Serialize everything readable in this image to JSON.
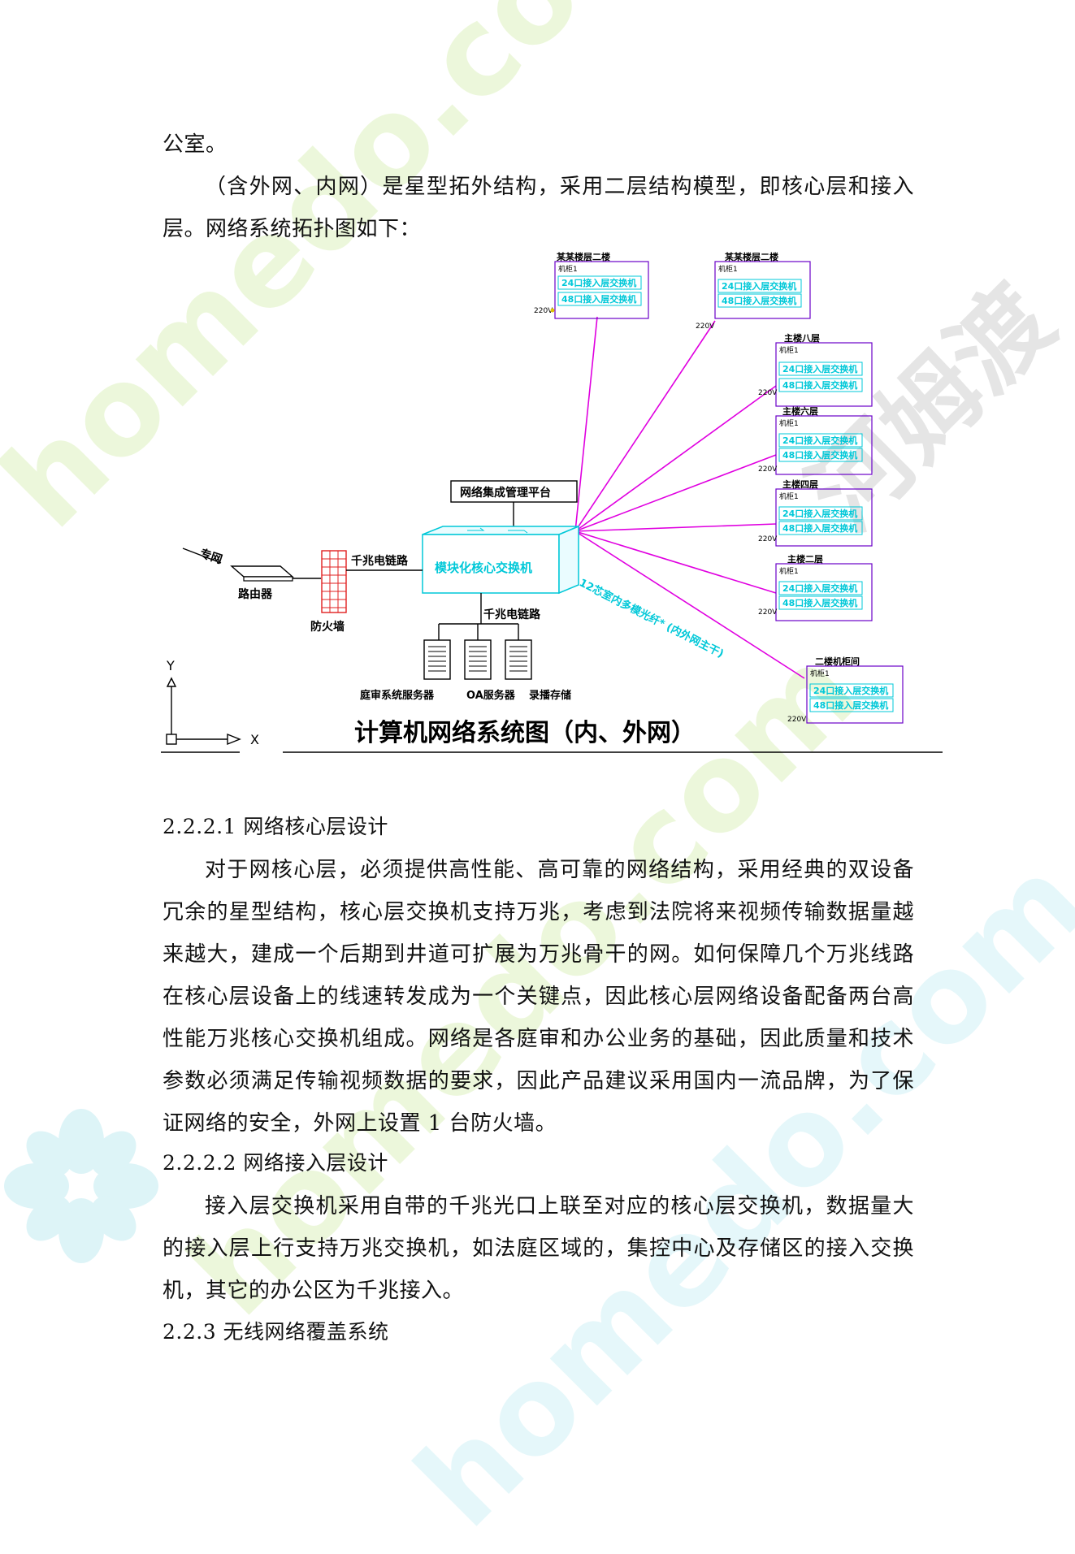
{
  "intro": {
    "line1": "公室。",
    "para2": "（含外网、内网）是星型拓外结构，采用二层结构模型，即核心层和接入层。网络系统拓扑图如下："
  },
  "diagram": {
    "title": "计算机网络系统图（内、外网）",
    "mgmt_platform": "网络集成管理平台",
    "core_switch": "模块化核心交换机",
    "router": "路由器",
    "firewall": "防火墙",
    "private_net": "专网",
    "gigabit_link_top": "千兆电链路",
    "gigabit_link_bottom": "千兆电链路",
    "fiber_label": "12芯室内多模光纤* (内外网主干)",
    "servers": {
      "trial": "庭审系统服务器",
      "oa": "OA服务器",
      "record": "录播存储"
    },
    "axis": {
      "y": "Y",
      "x": "X"
    },
    "cabinet_tag": "机柜1",
    "switch_24": "24口接入层交换机",
    "switch_48": "48口接入层交换机",
    "voltage": "220V",
    "cabinets": [
      {
        "name": "某某楼层二楼"
      },
      {
        "name": "某某楼层二楼"
      },
      {
        "name": "主楼八层"
      },
      {
        "name": "主楼六层"
      },
      {
        "name": "主楼四层"
      },
      {
        "name": "主楼二层"
      },
      {
        "name": "二楼机柜间"
      }
    ]
  },
  "sections": {
    "s1_heading": "2.2.2.1 网络核心层设计",
    "s1_body": "对于网核心层，必须提供高性能、高可靠的网络结构，采用经典的双设备冗余的星型结构，核心层交换机支持万兆，考虑到法院将来视频传输数据量越来越大，建成一个后期到井道可扩展为万兆骨干的网。如何保障几个万兆线路在核心层设备上的线速转发成为一个关键点，因此核心层网络设备配备两台高性能万兆核心交换机组成。网络是各庭审和办公业务的基础，因此质量和技术参数必须满足传输视频数据的要求，因此产品建议采用国内一流品牌，为了保证网络的安全，外网上设置 1 台防火墙。",
    "s2_heading": "2.2.2.2 网络接入层设计",
    "s2_body": "接入层交换机采用自带的千兆光口上联至对应的核心层交换机，数据量大的接入层上行支持万兆交换机，如法庭区域的，集控中心及存储区的接入交换机，其它的办公区为千兆接入。",
    "s3_heading": "2.2.3 无线网络覆盖系统"
  },
  "watermark": {
    "text_a": "homedo.com",
    "text_b": "homedo.com",
    "text_c": "homedo.com",
    "brand": "河姆渡"
  },
  "colors": {
    "cyan": "#00c8d8",
    "magenta": "#e000e0",
    "violet": "#6a00c8",
    "red": "#e02020",
    "wm_green": "#d7efb0",
    "wm_cyan": "#c6eef4",
    "wm_gray": "#d0d0d0"
  }
}
